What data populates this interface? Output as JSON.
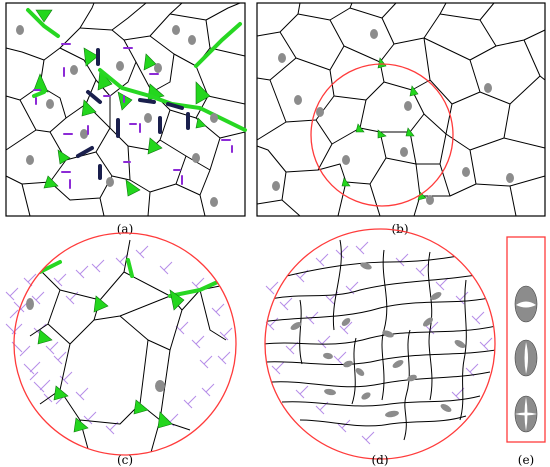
{
  "panels": {
    "a": {
      "label": "(a)"
    },
    "b": {
      "label": "(b)"
    },
    "c": {
      "label": "(c)"
    },
    "d": {
      "label": "(d)"
    },
    "e": {
      "label": "(e)"
    }
  },
  "colors": {
    "cell_edge": "#000000",
    "nucleus": "#8c8c8c",
    "junction_green": "#23d61d",
    "zoom_circle": "#ff3b3b",
    "polarity_dash": "#8c2ad6",
    "bristle_dash": "#1a1f4d",
    "hatch": "#b58ce8"
  }
}
